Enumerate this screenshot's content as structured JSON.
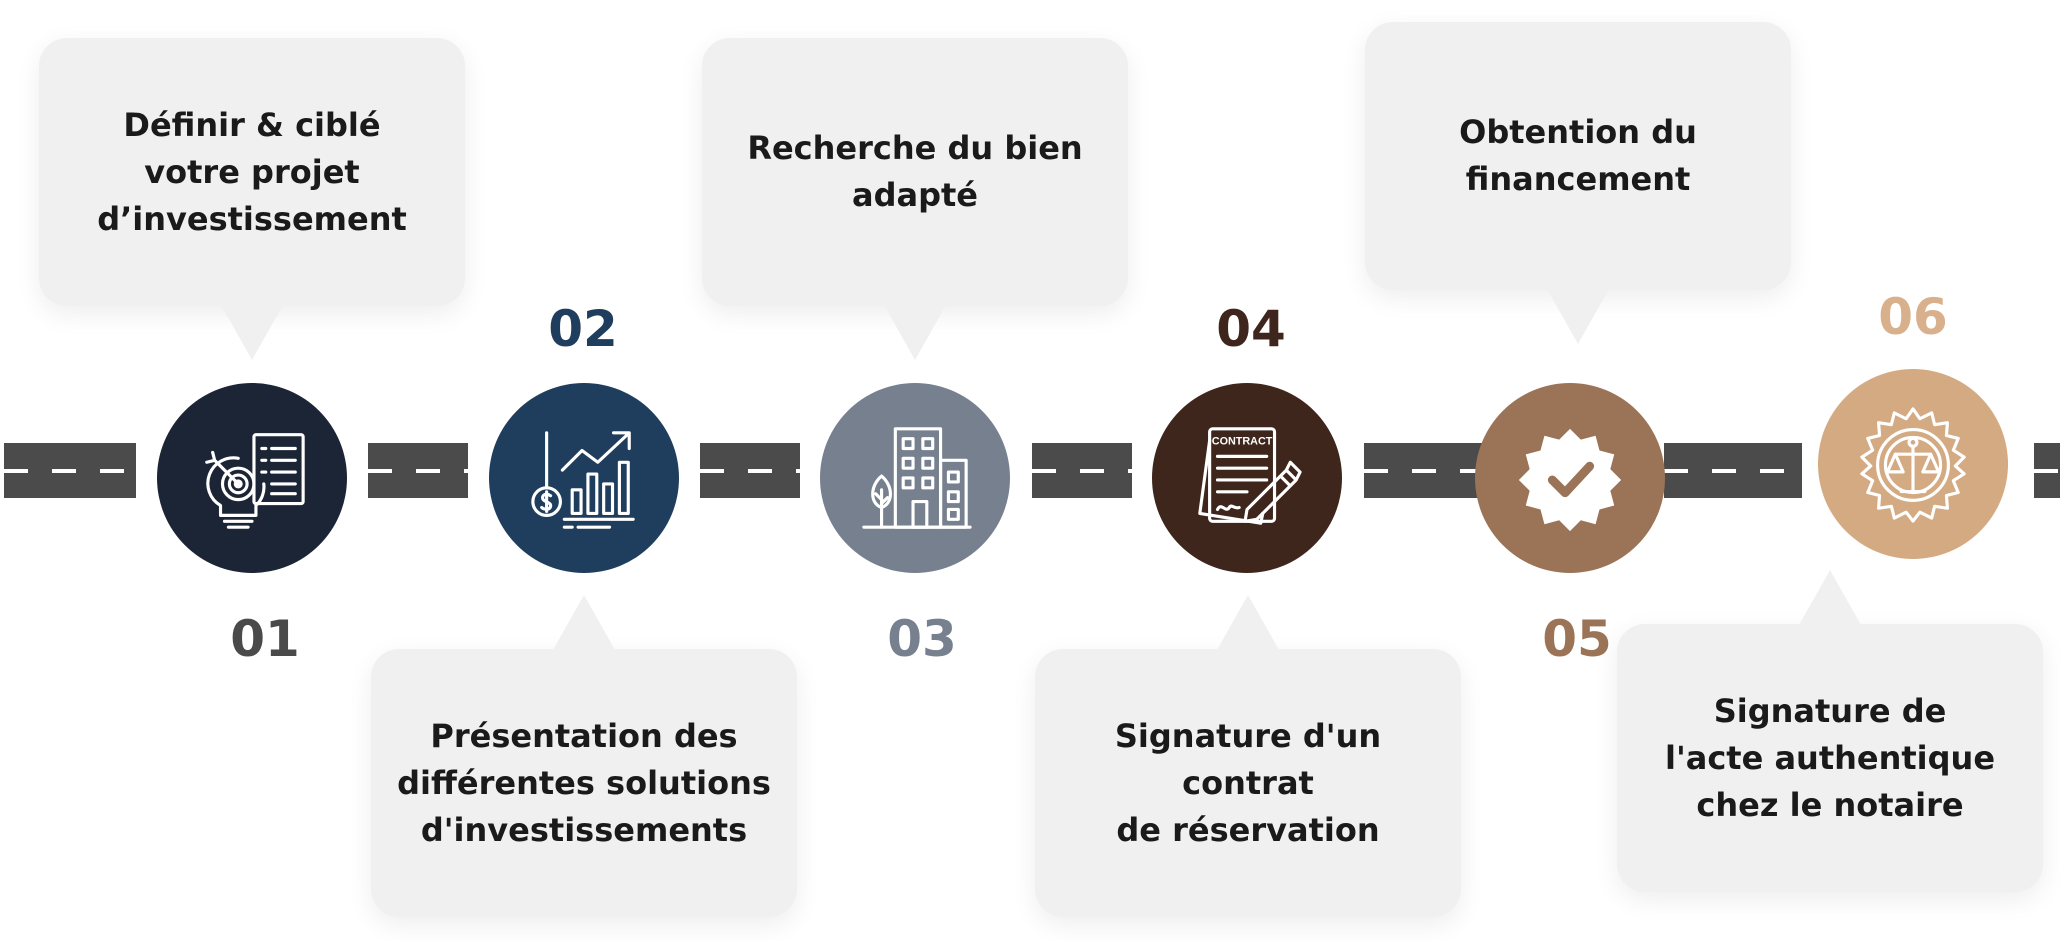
{
  "colors": {
    "road": "#4b4b4b",
    "bubble": "#f0f0f0",
    "text": "#1a1a1a",
    "step1": "#1c2536",
    "step2": "#1f3d5c",
    "step3": "#76808f",
    "step4": "#3e261c",
    "step5": "#9b7357",
    "step6": "#d4aa82",
    "num1": "#4a4a4a",
    "num2": "#1f3d5c",
    "num3": "#76808f",
    "num4": "#3e261c",
    "num5": "#9b7357",
    "num6": "#d9b08c"
  },
  "steps": [
    {
      "number": "01",
      "icon": "target-lightbulb-icon",
      "label": "Définir & ciblé\nvotre projet\nd’investissement"
    },
    {
      "number": "02",
      "icon": "investment-chart-icon",
      "label": "Présentation des\ndifférentes solutions\nd'investissements"
    },
    {
      "number": "03",
      "icon": "building-icon",
      "label": "Recherche du bien\nadapté"
    },
    {
      "number": "04",
      "icon": "contract-icon",
      "label": "Signature d'un contrat\nde réservation",
      "contract_word": "CONTRACT"
    },
    {
      "number": "05",
      "icon": "check-badge-icon",
      "label": "Obtention du\nfinancement"
    },
    {
      "number": "06",
      "icon": "notary-seal-icon",
      "label": "Signature de\nl'acte authentique\nchez le notaire"
    }
  ]
}
